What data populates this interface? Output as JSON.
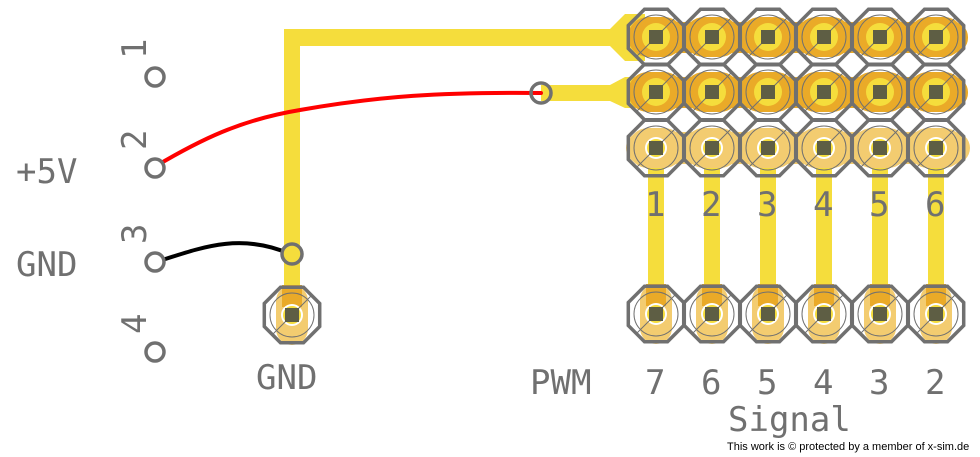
{
  "colors": {
    "trace": "#f5dd3c",
    "pad": "#eaaa28",
    "pad_light": "#f3cc70",
    "drill": "#5e5e44",
    "outline": "#707070",
    "wire_red": "#ff0000",
    "wire_black": "#000000"
  },
  "left_connector": {
    "pins": [
      {
        "number": "1",
        "label": ""
      },
      {
        "number": "2",
        "label": "+5V"
      },
      {
        "number": "3",
        "label": "GND"
      },
      {
        "number": "4",
        "label": ""
      }
    ]
  },
  "gnd_pad": {
    "label": "GND"
  },
  "header": {
    "column_numbers": [
      "1",
      "2",
      "3",
      "4",
      "5",
      "6"
    ],
    "pwm_label": "PWM",
    "pwm_numbers": [
      "7",
      "6",
      "5",
      "4",
      "3",
      "2"
    ],
    "signal_label": "Signal"
  },
  "wires": [
    {
      "name": "red-wire",
      "from": "+5V",
      "to": "header-row-2"
    },
    {
      "name": "black-wire",
      "from": "GND",
      "to": "gnd-via"
    }
  ],
  "footer": {
    "copyright": "This work is © protected by a member of x-sim.de"
  }
}
